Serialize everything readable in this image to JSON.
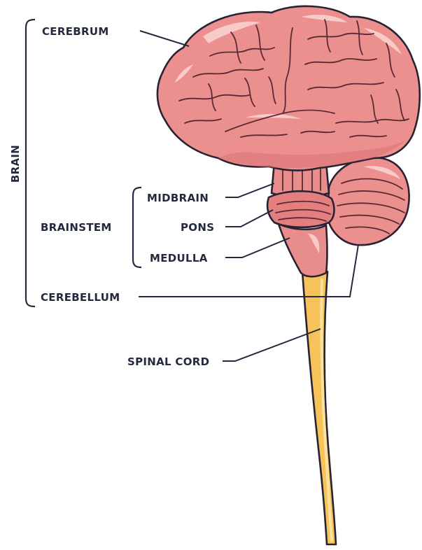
{
  "labels": {
    "cerebrum": "CEREBRUM",
    "brain": "BRAIN",
    "midbrain": "MIDBRAIN",
    "brainstem": "BRAINSTEM",
    "pons": "PONS",
    "medulla": "MEDULLA",
    "cerebellum": "CEREBELLUM",
    "spinal_cord": "SPINAL CORD"
  },
  "colors": {
    "brain_fill": "#eb8f8f",
    "brain_shadow": "#d97276",
    "stem_fill": "#e98d8c",
    "spinal_fill": "#f6c35b",
    "spinal_edge": "#2a2233",
    "text": "#232a3d"
  }
}
